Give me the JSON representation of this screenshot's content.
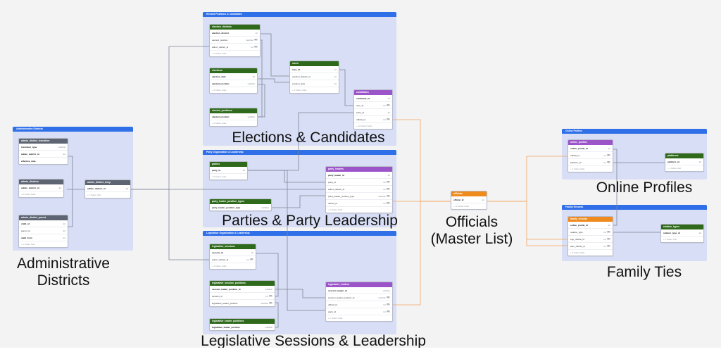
{
  "areas": {
    "elections": {
      "title": "Elected Positions & Candidates",
      "caption": "Elections & Candidates"
    },
    "party": {
      "title": "Party Organization & Leadership",
      "caption": "Parties & Party Leadership"
    },
    "legislative": {
      "title": "Legislative Organization & Leadership",
      "caption": "Legislative Sessions & Leadership"
    },
    "admin": {
      "title": "Administrative Districts",
      "caption_line1": "Administrative",
      "caption_line2": "Districts"
    },
    "online": {
      "title": "Online Profiles",
      "caption": "Online Profiles"
    },
    "family": {
      "title": "Family Records",
      "caption": "Family Ties"
    },
    "officials": {
      "caption_line1": "Officials",
      "caption_line2": "(Master List)"
    }
  },
  "tables": {
    "election_districts": {
      "name": "election_districts",
      "fields": [
        {
          "name": "election_district",
          "type": "int",
          "pk": true
        },
        {
          "name": "elected_position",
          "type": "varchar",
          "badge": "FK"
        },
        {
          "name": "admin_district_id",
          "type": "int",
          "badge": "FK"
        }
      ],
      "hidden": "+ 2 hidden fields"
    },
    "elections": {
      "name": "elections",
      "fields": [
        {
          "name": "election_date",
          "type": "int",
          "pk": true
        },
        {
          "name": "elected_position",
          "type": "varchar",
          "pk": true
        }
      ],
      "hidden": "+ 5 hidden fields"
    },
    "elected_positions": {
      "name": "elected_positions",
      "fields": [
        {
          "name": "elected_position",
          "type": "varchar",
          "pk": true
        }
      ],
      "hidden": "+ 4 hidden fields"
    },
    "races": {
      "name": "races",
      "fields": [
        {
          "name": "race_id",
          "type": "int",
          "pk": true
        },
        {
          "name": "election_district_id",
          "type": "int"
        },
        {
          "name": "election_date",
          "type": "int"
        }
      ],
      "hidden": "+ 3 hidden fields"
    },
    "candidates": {
      "name": "candidates",
      "fields": [
        {
          "name": "candidate_id",
          "type": "int",
          "pk": true
        },
        {
          "name": "race_id",
          "type": "int",
          "badge": "FK"
        },
        {
          "name": "party_id",
          "type": "int"
        },
        {
          "name": "official_id",
          "type": "int",
          "badge": "FK"
        }
      ],
      "hidden": "+ 12 hidden fields"
    },
    "parties": {
      "name": "parties",
      "fields": [
        {
          "name": "party_id",
          "type": "int",
          "pk": true
        }
      ],
      "hidden": "+ 6 hidden fields"
    },
    "party_leader_position_types": {
      "name": "party_leader_position_types",
      "fields": [
        {
          "name": "party_leader_position_type",
          "type": "varchar",
          "pk": true
        }
      ]
    },
    "party_leaders": {
      "name": "party_leaders",
      "fields": [
        {
          "name": "party_leader_id",
          "type": "int",
          "pk": true
        },
        {
          "name": "party_id",
          "type": "int",
          "badge": "FK"
        },
        {
          "name": "admin_district_id",
          "type": "int",
          "badge": "FK"
        },
        {
          "name": "party_leader_position_type",
          "type": "varchar",
          "badge": "FK"
        },
        {
          "name": "official_id",
          "type": "int",
          "badge": "FK"
        }
      ],
      "hidden": "+ 4 hidden fields"
    },
    "legislative_sessions": {
      "name": "legislative_sessions",
      "fields": [
        {
          "name": "session_id",
          "type": "int",
          "pk": true
        },
        {
          "name": "admin_district_id",
          "type": "int",
          "badge": "FK"
        }
      ],
      "hidden": "+ 4 hidden fields"
    },
    "legislative_session_positions": {
      "name": "legislative_session_positions",
      "fields": [
        {
          "name": "session_leader_position_id",
          "type": "varchar",
          "pk": true
        },
        {
          "name": "session_id",
          "type": "int",
          "badge": "FK"
        },
        {
          "name": "legislative_leader_position",
          "type": "varchar",
          "badge": "FK"
        }
      ]
    },
    "legislative_leader_positions": {
      "name": "legislative_leader_positions",
      "fields": [
        {
          "name": "legislative_leader_position",
          "type": "varchar",
          "pk": true
        }
      ]
    },
    "legislative_leaders": {
      "name": "legislative_leaders",
      "fields": [
        {
          "name": "session_leader_id",
          "type": "varchar",
          "pk": true
        },
        {
          "name": "session_leader_position_id",
          "type": "varchar",
          "badge": "FK"
        },
        {
          "name": "official_id",
          "type": "int",
          "badge": "FK"
        },
        {
          "name": "party_id",
          "type": "int",
          "badge": "FK"
        }
      ],
      "hidden": "+ 2 hidden fields"
    },
    "admin_district_transition": {
      "name": "admin_district_transition",
      "fields": [
        {
          "name": "transition_type",
          "type": "varchar",
          "pk": true
        },
        {
          "name": "admin_district_id",
          "type": "int",
          "pk": true
        },
        {
          "name": "effective_date",
          "type": "",
          "pk": true
        }
      ]
    },
    "admin_districts": {
      "name": "admin_districts",
      "fields": [
        {
          "name": "admin_district_id",
          "type": "int",
          "pk": true
        }
      ],
      "hidden": "+ 5 hidden fields"
    },
    "admin_district_parent": {
      "name": "admin_district_parent",
      "fields": [
        {
          "name": "child_id",
          "type": "int",
          "pk": true
        },
        {
          "name": "parent_id",
          "type": "int"
        },
        {
          "name": "valid_from",
          "type": "int",
          "pk": true
        }
      ],
      "hidden": "+ 1 hidden field"
    },
    "admin_district_temp": {
      "name": "admin_district_temp",
      "fields": [
        {
          "name": "admin_district_id",
          "type": "int",
          "pk": true
        }
      ],
      "hidden": "+ 1 hidden field"
    },
    "officials": {
      "name": "officials",
      "fields": [
        {
          "name": "official_id",
          "type": "int",
          "pk": true
        }
      ],
      "hidden": "+ 12 hidden fields"
    },
    "online_profiles": {
      "name": "online_profiles",
      "fields": [
        {
          "name": "online_profile_id",
          "type": "int",
          "pk": true
        },
        {
          "name": "official_id",
          "type": "int",
          "badge": "FK"
        },
        {
          "name": "platform_id",
          "type": "int",
          "badge": "FK"
        }
      ],
      "hidden": "+ 4 hidden fields"
    },
    "platforms": {
      "name": "platforms",
      "fields": [
        {
          "name": "platform_id",
          "type": "int",
          "pk": true
        }
      ],
      "hidden": "+ 1 hidden field"
    },
    "family_records": {
      "name": "family_records",
      "fields": [
        {
          "name": "online_profile_id",
          "type": "int",
          "pk": true
        },
        {
          "name": "relation_type",
          "type": "int",
          "badge": "FK"
        },
        {
          "name": "ego_official_id",
          "type": "int",
          "badge": "FK"
        },
        {
          "name": "alter_official_id",
          "type": "int",
          "badge": "FK"
        }
      ],
      "hidden": "+ 5 hidden fields"
    },
    "relation_types": {
      "name": "relation_types",
      "fields": [
        {
          "name": "relation_type_id",
          "type": "int",
          "pk": true
        }
      ],
      "hidden": "+ 1 hidden field"
    }
  },
  "colors": {
    "area_header": "#2f6fe8",
    "area_bg": "#d8def5",
    "table_green": "#2f6a1c",
    "table_gray": "#5d6472",
    "table_purple": "#9b55c9",
    "table_orange": "#ef8a1c",
    "link_gray": "#7d8694",
    "link_orange": "#f2a45e"
  }
}
